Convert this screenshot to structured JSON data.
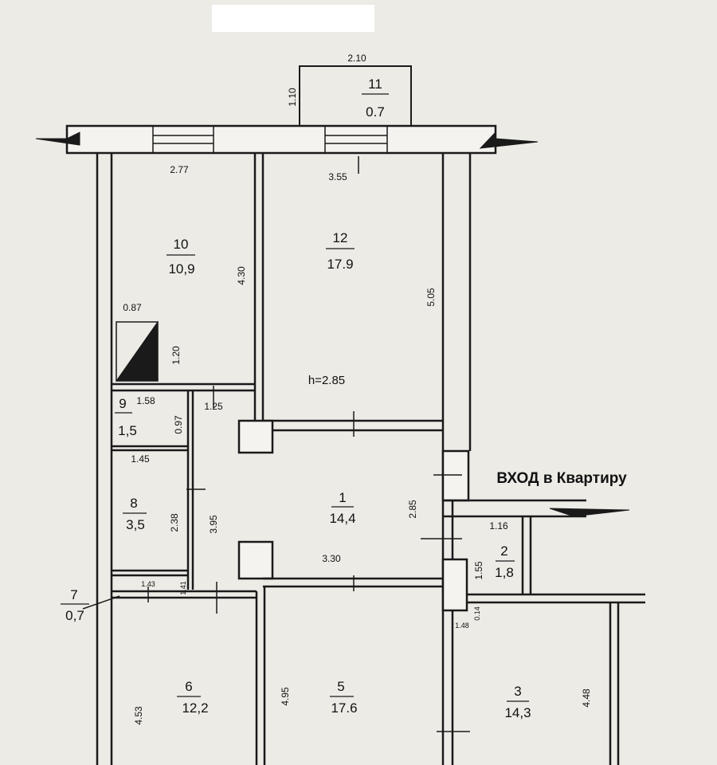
{
  "plan": {
    "entrance_label": "ВХОД в Квартиру",
    "ceiling_height": "h=2.85",
    "rooms": [
      {
        "num": "1",
        "area": "14,4"
      },
      {
        "num": "2",
        "area": "1,8"
      },
      {
        "num": "3",
        "area": "14,3"
      },
      {
        "num": "5",
        "area": "17.6"
      },
      {
        "num": "6",
        "area": "12,2"
      },
      {
        "num": "7",
        "area": "0,7"
      },
      {
        "num": "8",
        "area": "3,5"
      },
      {
        "num": "9",
        "area": "1,5"
      },
      {
        "num": "10",
        "area": "10,9"
      },
      {
        "num": "11",
        "area": "0.7"
      },
      {
        "num": "12",
        "area": "17.9"
      }
    ],
    "dimensions": [
      "2.10",
      "1.10",
      "2.77",
      "3.55",
      "4.30",
      "5.05",
      "0.87",
      "1.20",
      "1.58",
      "1.25",
      "0.97",
      "1.45",
      "2.38",
      "3.95",
      "2.85",
      "1.16",
      "3.30",
      "1.55",
      "1.43",
      "1.41",
      "0.14",
      "1.48",
      "4.53",
      "4.95",
      "4.48"
    ]
  },
  "colors": {
    "background": "#ecebe6",
    "wall": "#1a1a1a",
    "text": "#111111"
  }
}
